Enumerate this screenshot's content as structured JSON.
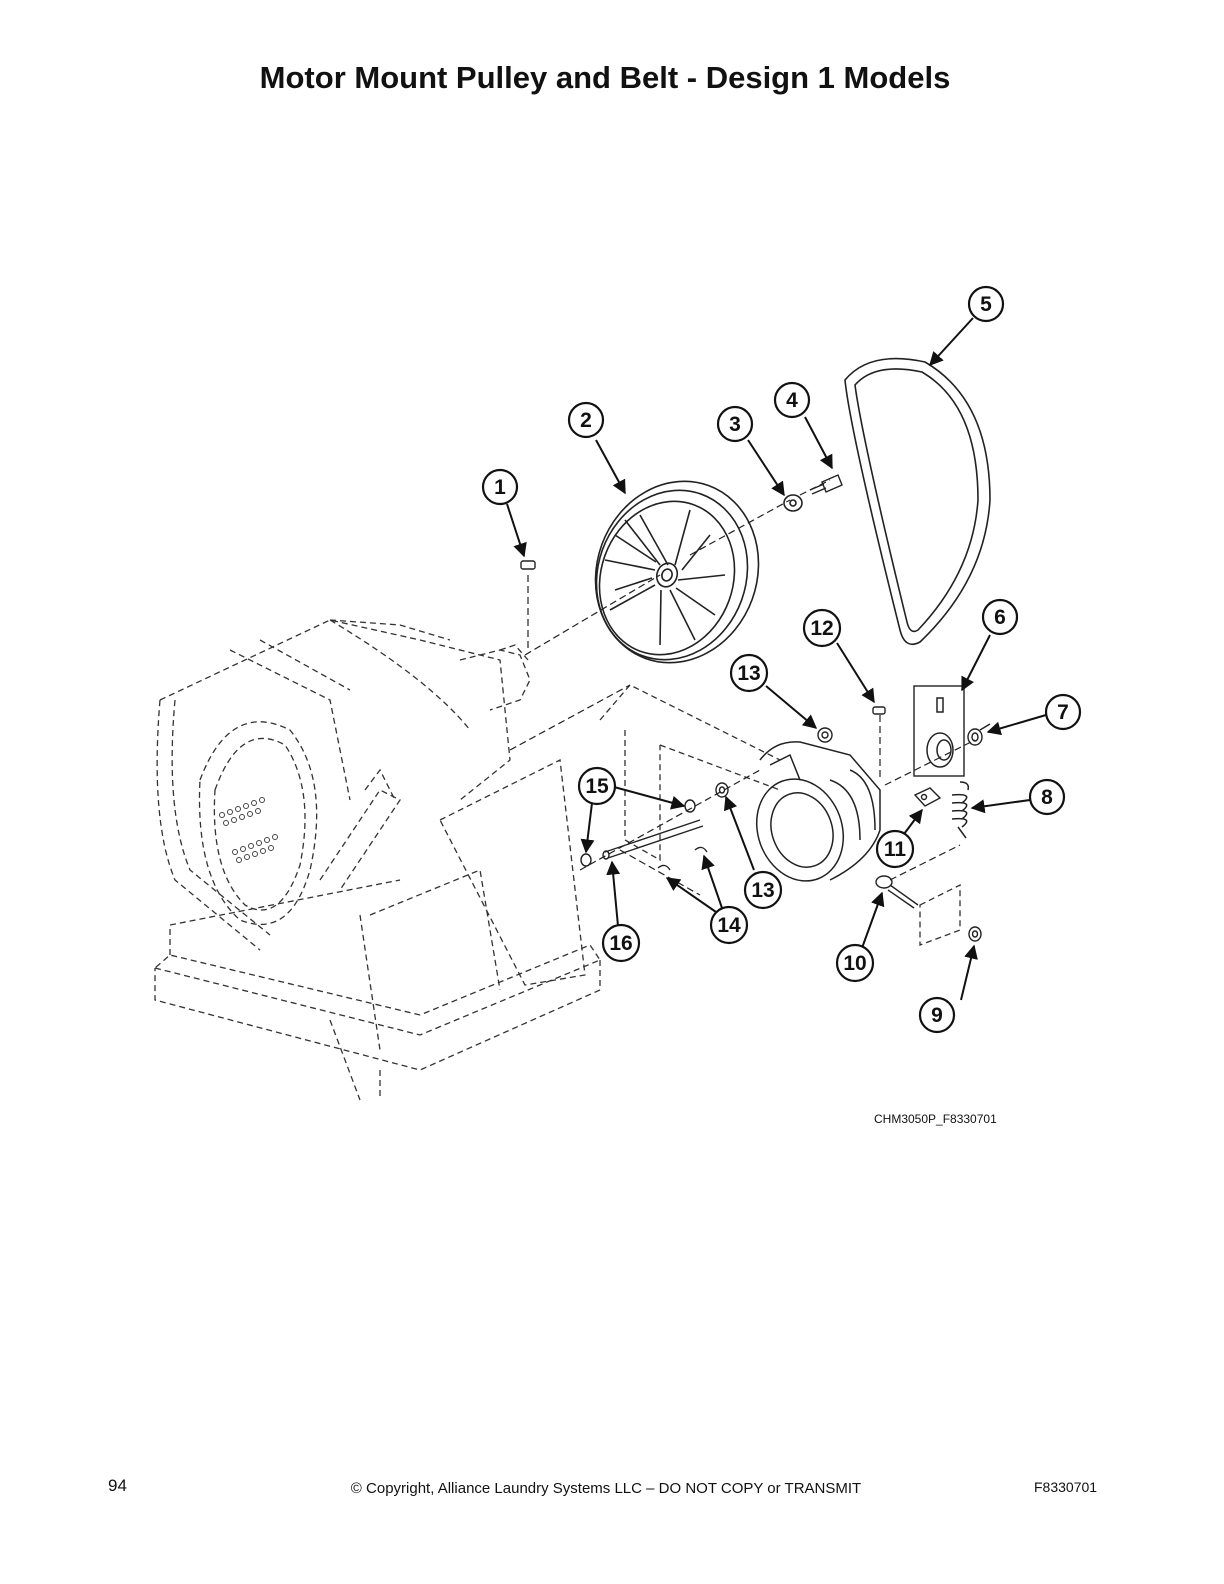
{
  "page": {
    "title": "Motor Mount Pulley and Belt - Design 1 Models",
    "diagram_code": "CHM3050P_F8330701",
    "page_number": "94",
    "copyright": "© Copyright, Alliance Laundry Systems LLC – DO NOT COPY or TRANSMIT",
    "document_number": "F8330701"
  },
  "callouts": [
    {
      "number": "1"
    },
    {
      "number": "2"
    },
    {
      "number": "3"
    },
    {
      "number": "4"
    },
    {
      "number": "5"
    },
    {
      "number": "6"
    },
    {
      "number": "7"
    },
    {
      "number": "8"
    },
    {
      "number": "9"
    },
    {
      "number": "10"
    },
    {
      "number": "11"
    },
    {
      "number": "12"
    },
    {
      "number": "13"
    },
    {
      "number": "13"
    },
    {
      "number": "14"
    },
    {
      "number": "15"
    },
    {
      "number": "16"
    }
  ]
}
